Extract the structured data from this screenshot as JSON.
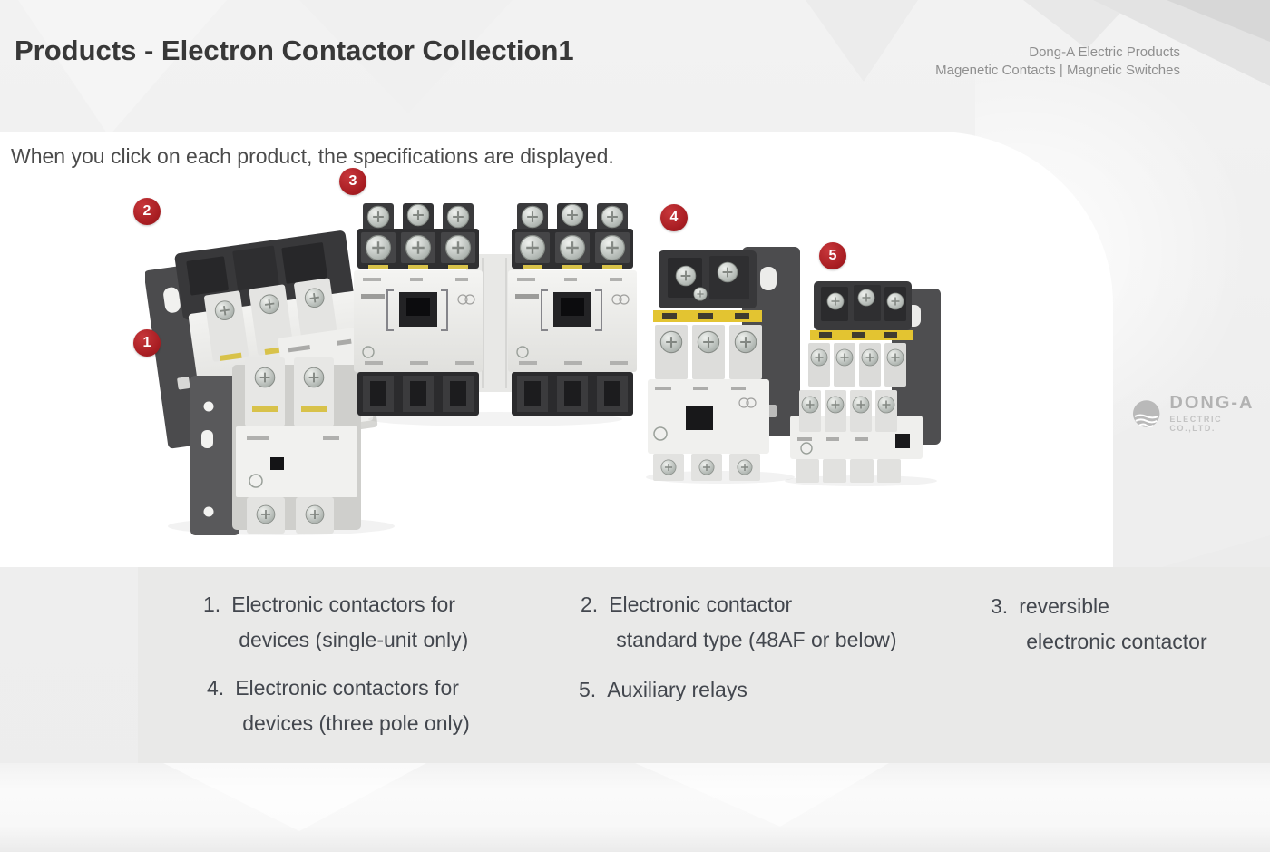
{
  "header": {
    "title": "Products - Electron Contactor Collection1",
    "brand_line1": "Dong-A Electric Products",
    "brand_line2": "Magenetic Contacts  |  Magnetic Switches"
  },
  "intro": "When you click on each product, the specifications are displayed.",
  "badges": [
    "1",
    "2",
    "3",
    "4",
    "5"
  ],
  "logo": {
    "name": "DONG-A",
    "subtitle": "ELECTRIC CO.,LTD."
  },
  "legend": {
    "items": [
      {
        "number": "1.",
        "line1": "Electronic contactors for",
        "line2": "devices (single-unit only)"
      },
      {
        "number": "2.",
        "line1": "Electronic contactor",
        "line2": "standard type (48AF or below)"
      },
      {
        "number": "3.",
        "line1": "reversible",
        "line2": "electronic contactor"
      },
      {
        "number": "4.",
        "line1": "Electronic contactors for",
        "line2": "devices (three pole only)"
      },
      {
        "number": "5.",
        "line1": "Auxiliary relays",
        "line2": ""
      }
    ]
  },
  "colors": {
    "badge_red": "#a81d22",
    "panel_gray": "#e9e9e8",
    "accent_yellow": "#e3c431",
    "card_white": "#ffffff"
  }
}
